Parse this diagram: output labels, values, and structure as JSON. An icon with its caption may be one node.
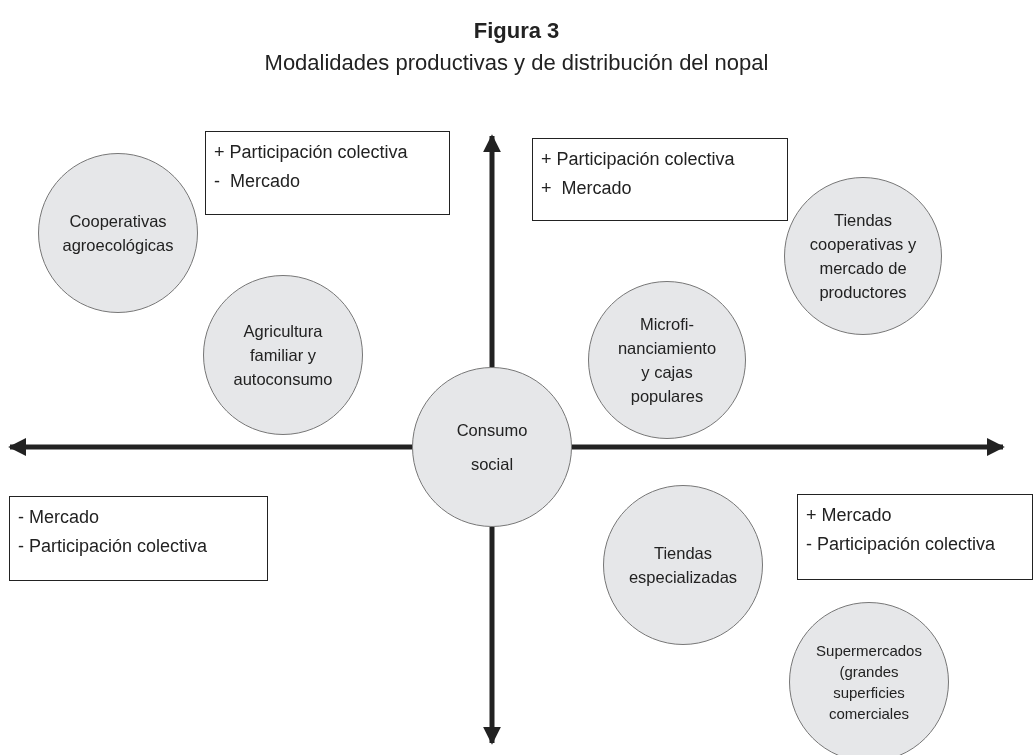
{
  "diagram": {
    "title": "Figura 3",
    "caption": "Modalidades productivas y de distribución del nopal",
    "nodes": [
      {
        "text": [
          "+ Participación colectiva",
          "-  Mercado"
        ]
      },
      {
        "text": [
          "+ Participación colectiva",
          "+  Mercado"
        ]
      },
      {
        "text": [
          "Cooperativas agroecológicas"
        ]
      },
      {
        "text": [
          "Tiendas cooperativas y mercado de productores"
        ]
      },
      {
        "text": [
          "Agricultura familiar y autoconsumo"
        ]
      },
      {
        "text": [
          "Microfi-nanciamiento y cajas populares"
        ]
      },
      {
        "text": [
          "Consumo social"
        ]
      },
      {
        "text": [
          "- Mercado",
          "- Participación colectiva"
        ]
      },
      {
        "text": [
          "+ Mercado",
          "- Participación colectiva"
        ]
      },
      {
        "text": [
          "Tiendas especializadas"
        ]
      },
      {
        "text": [
          "Supermercados (grandes superficies comerciales"
        ]
      }
    ],
    "edges": [
      {
        "from": 6,
        "to": null,
        "arrow": "to"
      },
      {
        "from": 6,
        "to": null,
        "arrow": "to"
      },
      {
        "from": 6,
        "to": null,
        "arrow": "to"
      },
      {
        "from": 6,
        "to": null,
        "arrow": "to"
      }
    ]
  }
}
